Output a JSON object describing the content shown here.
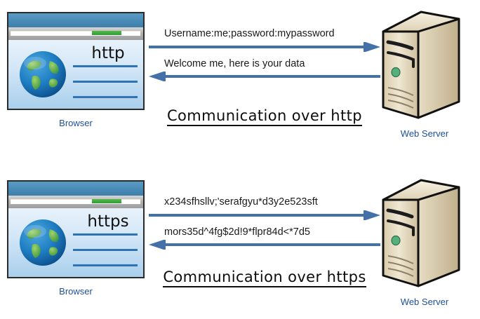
{
  "page": {
    "title": "HTTP vs HTTPS communication diagram",
    "background": "#ffffff"
  },
  "colors": {
    "arrow": "#4472a8",
    "caption_text": "#1f4e99",
    "browser_titlebar": "#4a8cb8",
    "browser_body": "#a9cfec",
    "text_line": "#2e74b5",
    "server_light": "#efe6cf",
    "server_shade": "#c9bb96",
    "server_led": "#4fb07a",
    "progress_green": "#2e9b35"
  },
  "sections": [
    {
      "id": "http",
      "browser": {
        "node_label": "Browser",
        "protocol_text": "http",
        "icon": "globe-icon",
        "content_lines": 3
      },
      "messages": [
        {
          "direction": "right",
          "text": "Username:me;password:mypassword"
        },
        {
          "direction": "left",
          "text": "Welcome me, here is your data"
        }
      ],
      "caption": "Communication  over  http",
      "server": {
        "node_label": "Web Server",
        "icon": "server-tower-icon"
      }
    },
    {
      "id": "https",
      "browser": {
        "node_label": "Browser",
        "protocol_text": "https",
        "icon": "globe-icon",
        "content_lines": 3
      },
      "messages": [
        {
          "direction": "right",
          "text": "x234sfhsllv;'serafgyu*d3y2e523sft"
        },
        {
          "direction": "left",
          "text": "mors35d^4fg$2d!9*flpr84d<*7d5"
        }
      ],
      "caption": "Communication  over  https",
      "server": {
        "node_label": "Web Server",
        "icon": "server-tower-icon"
      }
    }
  ]
}
